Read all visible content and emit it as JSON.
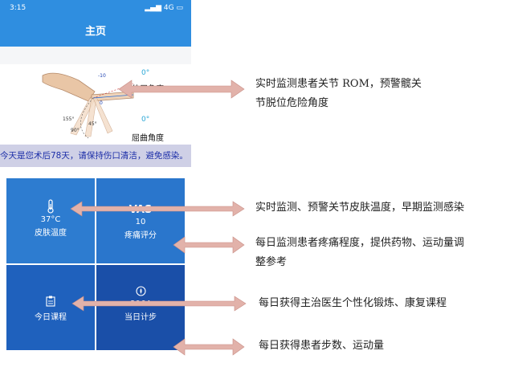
{
  "status": {
    "time": "3:15",
    "signal": "4G"
  },
  "nav": {
    "title": "主页"
  },
  "knee": {
    "extension_value": "0°",
    "extension_label": "伸展角度",
    "flexion_value": "0°",
    "flexion_label": "屈曲角度",
    "diagram_marks": [
      "-10",
      "0",
      "155°",
      "90°",
      "45°"
    ]
  },
  "notice": "今天是您术后78天，请保持伤口清洁，避免感染。",
  "tiles": {
    "skin_temp": {
      "value": "37°C",
      "label": "皮肤温度"
    },
    "vas": {
      "title": "VAS",
      "value": "10",
      "label": "疼痛评分"
    },
    "course": {
      "label": "今日课程"
    },
    "steps": {
      "value": "2964",
      "label": "当日计步"
    }
  },
  "annotations": {
    "rom_line1": "实时监测患者关节 ROM，预警髋关",
    "rom_line2": "节脱位危险角度",
    "temp": "实时监测、预警关节皮肤温度，早期监测感染",
    "pain_line1": "每日监测患者疼痛程度，提供药物、运动量调",
    "pain_line2": "整参考",
    "course": "每日获得主治医生个性化锻炼、康复课程",
    "steps": "每日获得患者步数、运动量"
  },
  "colors": {
    "nav": "#2f8ee0",
    "tile_light": "#2d7cd0",
    "tile_dark": "#1a4fa8",
    "arrow": "#d9a6a0",
    "notice_bg": "#cfd0e6"
  }
}
